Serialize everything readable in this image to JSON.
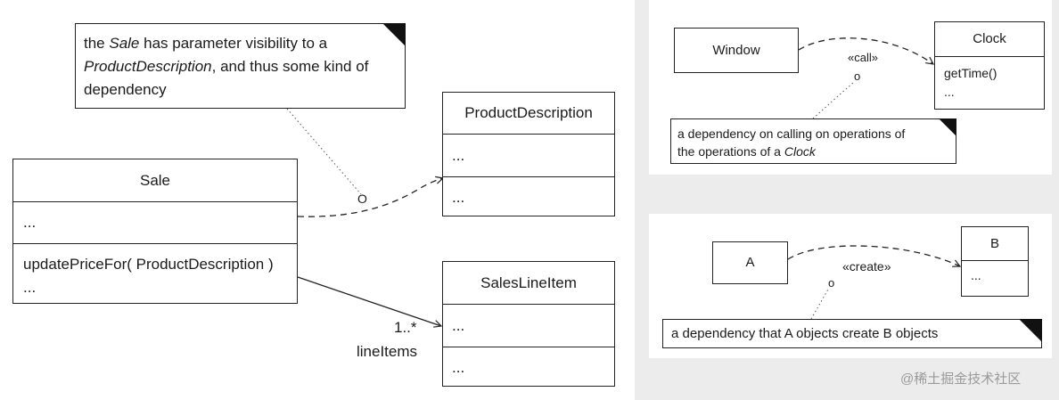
{
  "left_diagram": {
    "note": {
      "prefix": "the ",
      "sale_word": "Sale",
      "mid": " has parameter visibility to a",
      "pd_word": "ProductDescription",
      "suffix": ", and thus some kind of",
      "last": "dependency"
    },
    "sale": {
      "name": "Sale",
      "attributes": "...",
      "operation": "updatePriceFor( ProductDescription )",
      "operation_more": "..."
    },
    "product_description": {
      "name": "ProductDescription",
      "compartment1": "...",
      "compartment2": "..."
    },
    "sales_line_item": {
      "name": "SalesLineItem",
      "compartment1": "...",
      "compartment2": "..."
    },
    "association": {
      "multiplicity": "1..*",
      "role": "lineItems"
    },
    "anchor_symbol": "O"
  },
  "top_right_diagram": {
    "window": "Window",
    "clock": {
      "name": "Clock",
      "operation": "getTime()",
      "more": "..."
    },
    "stereotype": "«call»",
    "anchor_symbol": "o",
    "note_line1": "a dependency on calling on operations of",
    "note_line2_prefix": "the operations of a ",
    "note_line2_italic": "Clock"
  },
  "bottom_right_diagram": {
    "a": "A",
    "b": {
      "name": "B",
      "more": "..."
    },
    "stereotype": "«create»",
    "anchor_symbol": "o",
    "note": "a dependency that A objects create B objects"
  },
  "watermark": "@稀土掘金技术社区"
}
